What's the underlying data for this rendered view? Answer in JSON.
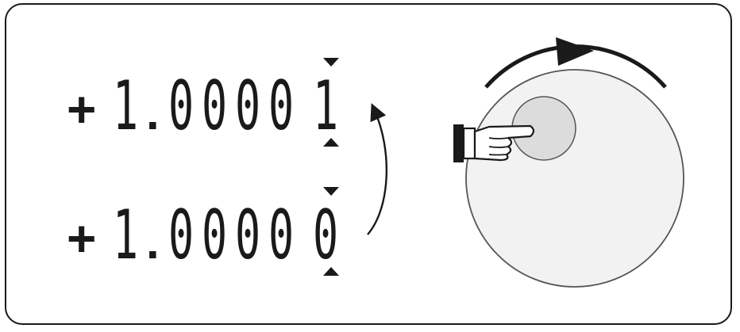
{
  "readings": [
    {
      "sign": "+",
      "digits": [
        "1",
        ".",
        "0",
        "0",
        "0",
        "0",
        "1"
      ],
      "active_digit_index": 6
    },
    {
      "sign": "+",
      "digits": [
        "1",
        ".",
        "0",
        "0",
        "0",
        "0",
        "0"
      ],
      "active_digit_index": 6
    }
  ],
  "colors": {
    "ink": "#1a1a1a",
    "dial_fill": "#f2f2f2",
    "dial_stroke": "#555555",
    "dial_dimple": "#dcdcdc"
  },
  "icons": {
    "increment_arrow": "curved-up-arrow-icon",
    "rotation_arrow": "clockwise-arc-arrow-icon",
    "hand": "pointing-hand-icon",
    "cursor_markers": "triangle-marker-icon"
  }
}
